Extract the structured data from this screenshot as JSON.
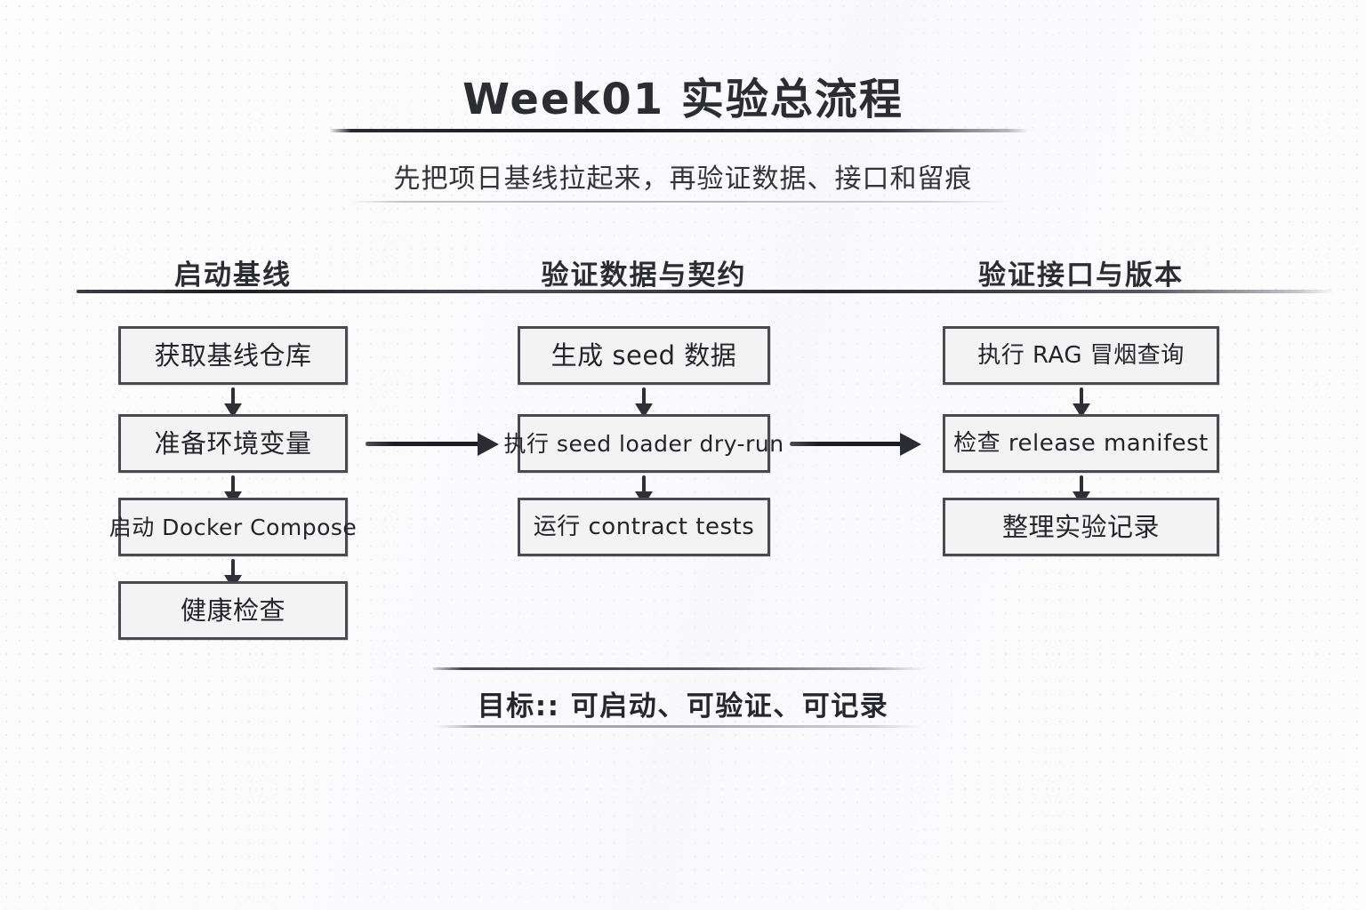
{
  "page": {
    "title": "Week01 实验总流程",
    "subtitle": "先把项日基线拉起来，再验证数据、接口和留痕",
    "footer_note": "目标:: 可启动、可验证、可记录",
    "background": "#fdfdfd",
    "box_fill": "#f3f3f4",
    "box_border": "#4a4a53",
    "ink": "#2c2c33"
  },
  "diagram": {
    "type": "flowchart",
    "orientation": "left-to-right stages, top-to-bottom steps",
    "columns": [
      {
        "header": "启动基线",
        "steps": [
          "获取基线仓库",
          "准备环境变量",
          "启动 Docker Compose",
          "健康检查"
        ]
      },
      {
        "header": "验证数据与契约",
        "steps": [
          "生成 seed 数据",
          "执行 seed loader dry-run",
          "运行 contract tests"
        ]
      },
      {
        "header": "验证接口与版本",
        "steps": [
          "执行 RAG 冒烟查询",
          "检查 release manifest",
          "整理实验记录"
        ]
      }
    ],
    "stage_connectors": [
      {
        "from": "启动基线",
        "to": "验证数据与契约",
        "kind": "arrow-right"
      },
      {
        "from": "验证数据与契约",
        "to": "验证接口与版本",
        "kind": "arrow-right"
      }
    ]
  }
}
